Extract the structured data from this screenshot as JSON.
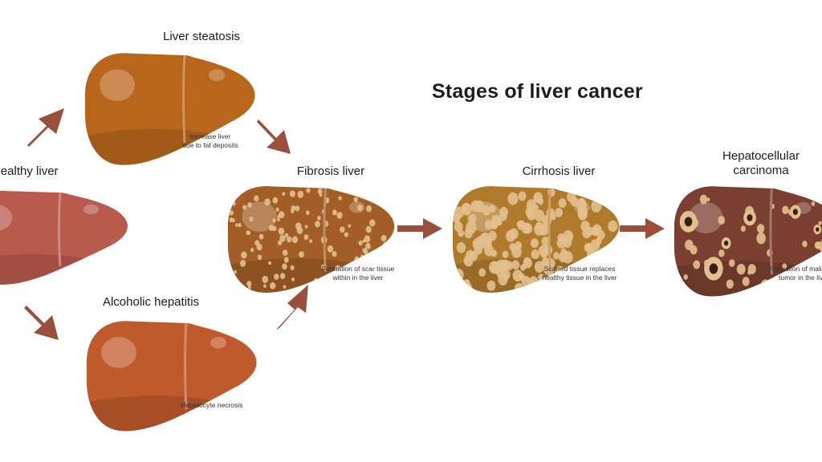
{
  "title": "Stages of liver cancer",
  "stages": {
    "healthy": {
      "label": "Healthy liver"
    },
    "steatosis": {
      "label": "Liver steatosis",
      "note_lines": [
        "Increase liver",
        "due to fat deposits"
      ]
    },
    "hepatitis": {
      "label": "Alcoholic hepatitis",
      "note_lines": [
        "Hepatocyte necrosis"
      ]
    },
    "fibrosis": {
      "label": "Fibrosis liver",
      "note_lines": [
        "Formation of scar tissue",
        "within in the liver"
      ]
    },
    "cirrhosis": {
      "label": "Cirrhosis liver",
      "note_lines": [
        "Scarred tissue replaces",
        "healthy tissue in the liver"
      ]
    },
    "carcinoma": {
      "label_lines": [
        "Hepatocellular",
        "carcinoma"
      ],
      "note_lines": [
        "Formation of malignant",
        "tumor in the liver"
      ]
    }
  },
  "colors": {
    "arrow": "#9a4f3c",
    "healthy": "#b85a4c",
    "steatosis": "#b8661c",
    "hepatitis": "#bf5a2c",
    "fibrosis": "#a25e26",
    "cirrhosis": "#b07a2c",
    "carcinoma": "#7a3f30",
    "spots": "#e2c08e"
  }
}
